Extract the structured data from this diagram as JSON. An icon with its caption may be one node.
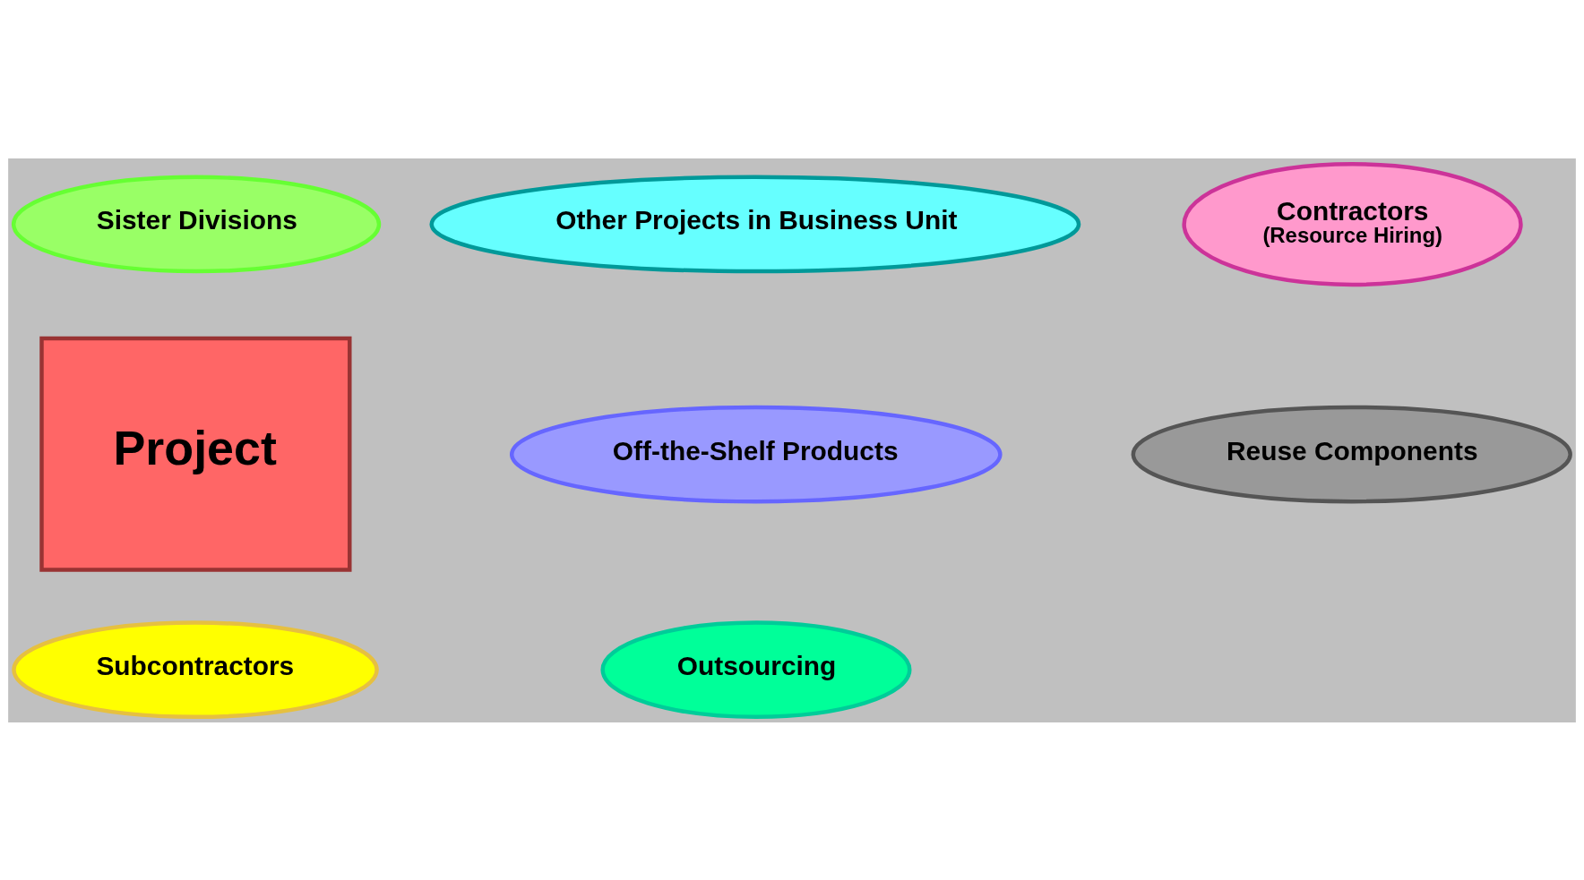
{
  "diagram": {
    "nodes": [
      {
        "text": [
          "Sister Divisions"
        ]
      },
      {
        "text": [
          "Other Projects in Business Unit"
        ]
      },
      {
        "text": [
          "Contractors",
          "(Resource Hiring)"
        ]
      },
      {
        "text": [
          "Project"
        ]
      },
      {
        "text": [
          "Off-the-Shelf Products"
        ]
      },
      {
        "text": [
          "Reuse Components"
        ]
      },
      {
        "text": [
          "Subcontractors"
        ]
      },
      {
        "text": [
          "Outsourcing"
        ]
      }
    ],
    "edges": []
  }
}
